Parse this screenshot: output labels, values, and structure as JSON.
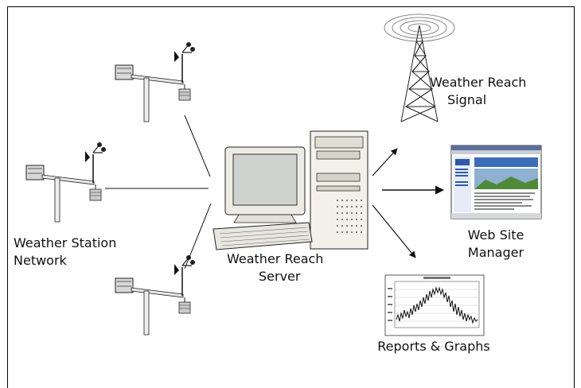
{
  "labels": {
    "station_line1": "Weather Station",
    "station_line2": "Network",
    "server_line1": "Weather Reach",
    "server_line2": "Server",
    "signal_line1": "Weather Reach",
    "signal_line2": "Signal",
    "website_line1": "Web Site",
    "website_line2": "Manager",
    "reports": "Reports & Graphs"
  },
  "icons": [
    "weather-station-icon",
    "desktop-computer-icon",
    "radio-tower-icon",
    "web-browser-icon",
    "line-graph-icon"
  ],
  "colors": {
    "ink": "#111111",
    "browser_blue": "#2e5aa8",
    "grass_green": "#4f8a3a"
  }
}
